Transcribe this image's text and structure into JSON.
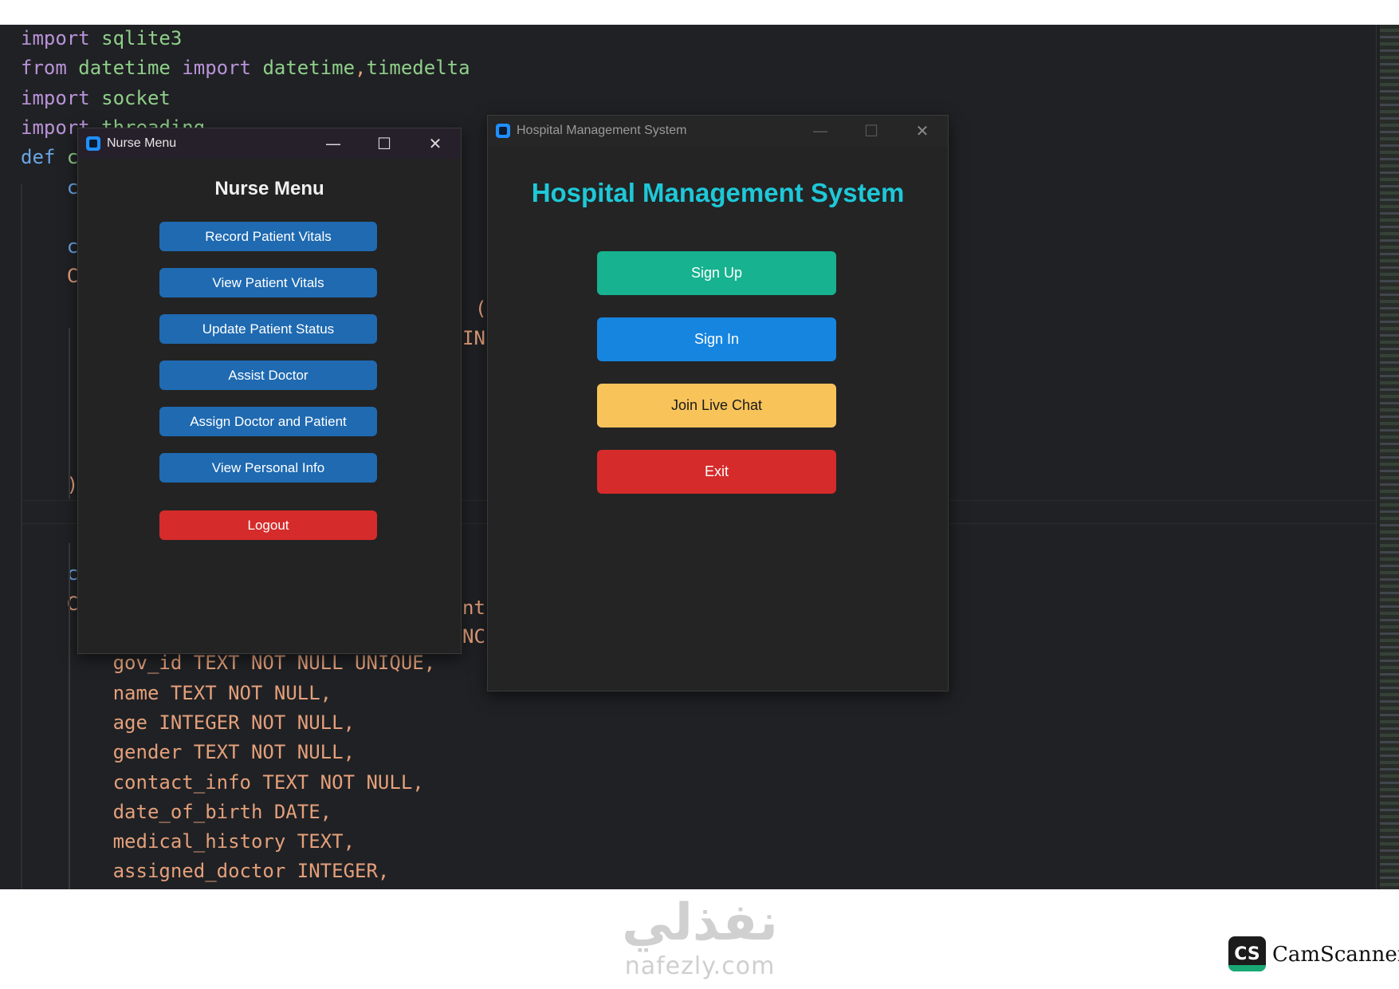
{
  "editor": {
    "lines": [
      {
        "parts": [
          {
            "t": "import ",
            "c": "kw"
          },
          {
            "t": "sqlite3",
            "c": "mod"
          }
        ]
      },
      {
        "parts": [
          {
            "t": "from ",
            "c": "kw"
          },
          {
            "t": "datetime ",
            "c": "mod"
          },
          {
            "t": "import ",
            "c": "kw"
          },
          {
            "t": "datetime",
            "c": "mod"
          },
          {
            "t": ",",
            "c": ""
          },
          {
            "t": "timedelta",
            "c": "mod"
          }
        ]
      },
      {
        "parts": [
          {
            "t": "import ",
            "c": "kw"
          },
          {
            "t": "socket",
            "c": "mod"
          }
        ]
      },
      {
        "parts": [
          {
            "t": "import ",
            "c": "kw"
          },
          {
            "t": "threading",
            "c": "mod"
          }
        ]
      },
      {
        "parts": [
          {
            "t": "def ",
            "c": "blue"
          },
          {
            "t": "c",
            "c": "mod"
          }
        ]
      },
      {
        "parts": [
          {
            "t": "    c",
            "c": "blue"
          }
        ]
      },
      {
        "parts": [
          {
            "t": "",
            "c": ""
          }
        ]
      },
      {
        "parts": [
          {
            "t": "    c",
            "c": "blue"
          }
        ]
      },
      {
        "parts": [
          {
            "t": "    C",
            "c": ""
          }
        ]
      },
      {
        "parts": [
          {
            "t": "",
            "c": ""
          }
        ]
      },
      {
        "parts": [
          {
            "t": "",
            "c": ""
          }
        ]
      },
      {
        "parts": [
          {
            "t": "",
            "c": ""
          }
        ]
      },
      {
        "parts": [
          {
            "t": "",
            "c": ""
          }
        ]
      },
      {
        "parts": [
          {
            "t": "",
            "c": ""
          }
        ]
      },
      {
        "parts": [
          {
            "t": "",
            "c": ""
          }
        ]
      },
      {
        "parts": [
          {
            "t": "    )",
            "c": ""
          }
        ]
      },
      {
        "parts": [
          {
            "t": "",
            "c": ""
          }
        ]
      },
      {
        "parts": [
          {
            "t": "",
            "c": ""
          }
        ]
      },
      {
        "parts": [
          {
            "t": "    c",
            "c": "blue"
          }
        ]
      },
      {
        "parts": [
          {
            "t": "    C",
            "c": ""
          }
        ]
      },
      {
        "parts": [
          {
            "t": "",
            "c": ""
          }
        ]
      },
      {
        "parts": [
          {
            "t": "        gov_id TEXT NOT NULL UNIQUE,",
            "c": ""
          }
        ]
      },
      {
        "parts": [
          {
            "t": "        name TEXT NOT NULL,",
            "c": ""
          }
        ]
      },
      {
        "parts": [
          {
            "t": "        age INTEGER NOT NULL,",
            "c": ""
          }
        ]
      },
      {
        "parts": [
          {
            "t": "        gender TEXT NOT NULL,",
            "c": ""
          }
        ]
      },
      {
        "parts": [
          {
            "t": "        contact_info TEXT NOT NULL,",
            "c": ""
          }
        ]
      },
      {
        "parts": [
          {
            "t": "        date_of_birth DATE,",
            "c": ""
          }
        ]
      },
      {
        "parts": [
          {
            "t": "        medical_history TEXT,",
            "c": ""
          }
        ]
      },
      {
        "parts": [
          {
            "t": "        assigned_doctor INTEGER,",
            "c": ""
          }
        ]
      }
    ],
    "gap_fragments": [
      "(",
      "IN",
      "nt",
      "NC"
    ]
  },
  "nurse_window": {
    "title": "Nurse Menu",
    "heading": "Nurse Menu",
    "controls": {
      "minimize": "—",
      "maximize": "☐",
      "close": "✕"
    },
    "buttons": [
      {
        "label": "Record Patient Vitals",
        "color": "#1f6ab1"
      },
      {
        "label": "View Patient Vitals",
        "color": "#1f6ab1"
      },
      {
        "label": "Update Patient Status",
        "color": "#1f6ab1"
      },
      {
        "label": "Assist Doctor",
        "color": "#1f6ab1"
      },
      {
        "label": "Assign Doctor and Patient",
        "color": "#1f6ab1"
      },
      {
        "label": "View Personal Info",
        "color": "#1f6ab1"
      }
    ],
    "logout": {
      "label": "Logout",
      "color": "#d62b2b"
    }
  },
  "hms_window": {
    "title": "Hospital Management System",
    "heading": "Hospital Management System",
    "heading_color": "#1ec8d8",
    "controls": {
      "minimize": "—",
      "maximize": "☐",
      "close": "✕"
    },
    "buttons": [
      {
        "label": "Sign Up",
        "color": "#17b28f",
        "text_color": "#ffffff"
      },
      {
        "label": "Sign In",
        "color": "#1685e0",
        "text_color": "#ffffff"
      },
      {
        "label": "Join Live Chat",
        "color": "#f8c45a",
        "text_color": "#1a1a1a"
      },
      {
        "label": "Exit",
        "color": "#d62b2b",
        "text_color": "#ffffff"
      }
    ]
  },
  "watermark": {
    "arabic": "نفذلي",
    "domain": "nafezly.com"
  },
  "scanner": {
    "badge": "CS",
    "name": "CamScanner"
  }
}
